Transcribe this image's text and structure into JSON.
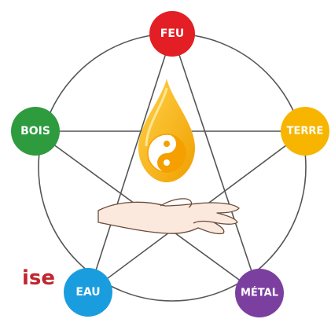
{
  "side_text": "ise",
  "colors": {
    "ring": "#555555",
    "feu": "#e31e24",
    "terre": "#f7b500",
    "metal": "#7b3fa0",
    "eau": "#1a9ddf",
    "bois": "#2e9b3f",
    "drop": "#f5b40f",
    "side_text": "#c0262e"
  },
  "elements": {
    "feu": {
      "label": "FEU"
    },
    "terre": {
      "label": "TERRE"
    },
    "metal": {
      "label": "MÉTAL"
    },
    "eau": {
      "label": "EAU"
    },
    "bois": {
      "label": "BOIS"
    }
  },
  "center_icons": [
    "yin-yang-drop-icon",
    "open-hand-icon"
  ]
}
